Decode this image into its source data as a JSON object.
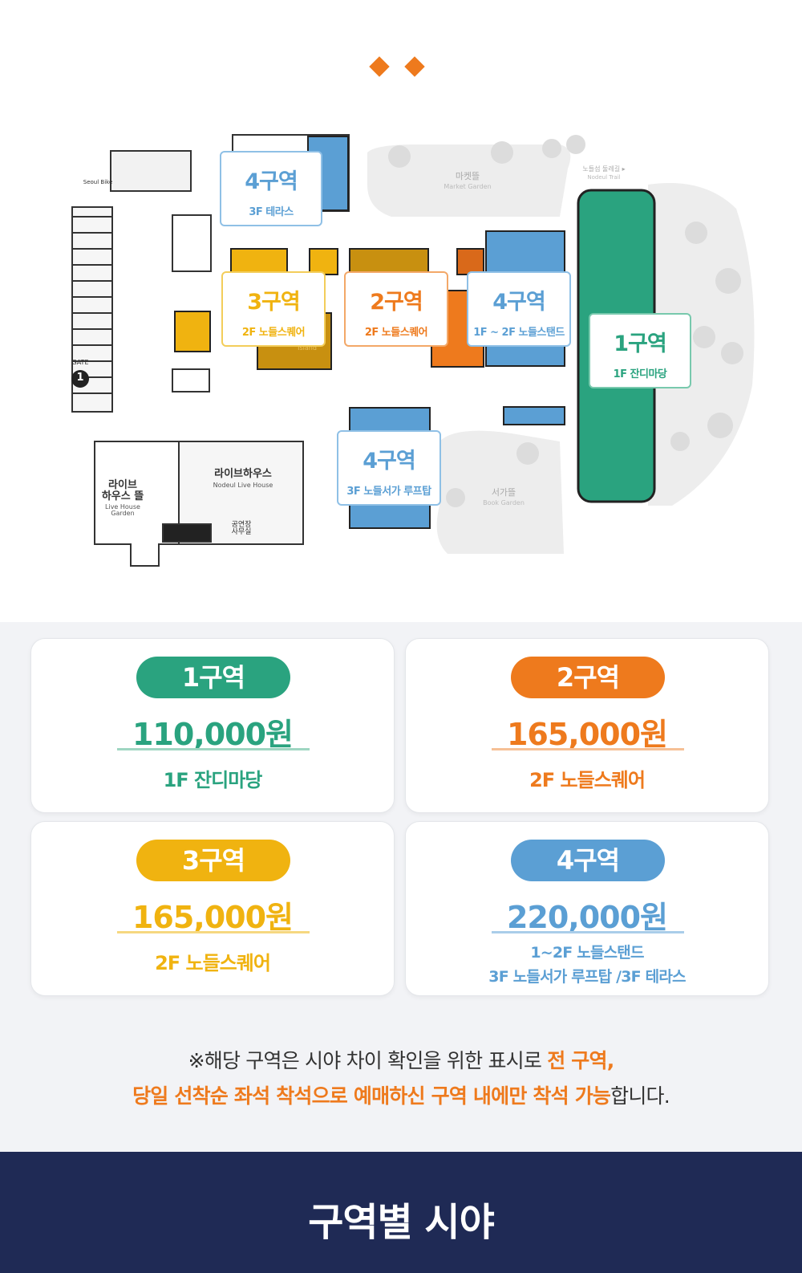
{
  "colors": {
    "zone1": "#2aa37f",
    "zone2": "#ee7a1d",
    "zone3": "#f0b310",
    "zone4": "#5b9fd4",
    "accent": "#ee7a1d",
    "banner": "#1f2a55"
  },
  "map": {
    "labels": {
      "seoul_bike": "Seoul Bike",
      "gate": "GATE",
      "gate_number": "1",
      "live_house_garden_ko": "라이브\n하우스 뜰",
      "live_house_garden_en": "Live House\nGarden",
      "live_house_ko": "라이브하우스",
      "live_house_en": "Nodeul Live House",
      "office": "공연장\n사무실",
      "market_garden_ko": "마켓뜰",
      "market_garden_en": "Market Garden",
      "book_garden_ko": "서가뜰",
      "book_garden_en": "Book Garden",
      "trail_ko": "노들섬 둘레길 ▸",
      "trail_en": "Nodeul Trail",
      "island": "Island"
    },
    "zones": [
      {
        "title": "4구역",
        "sub": "3F 테라스",
        "color_key": "zone4"
      },
      {
        "title": "3구역",
        "sub": "2F 노들스퀘어",
        "color_key": "zone3"
      },
      {
        "title": "2구역",
        "sub": "2F 노들스퀘어",
        "color_key": "zone2"
      },
      {
        "title": "4구역",
        "sub": "1F ~ 2F 노들스탠드",
        "color_key": "zone4"
      },
      {
        "title": "1구역",
        "sub": "1F 잔디마당",
        "color_key": "zone1"
      },
      {
        "title": "4구역",
        "sub": "3F 노들서가 루프탑",
        "color_key": "zone4"
      }
    ]
  },
  "prices": [
    {
      "zone": "1구역",
      "price": "110,000원",
      "area": "1F 잔디마당"
    },
    {
      "zone": "2구역",
      "price": "165,000원",
      "area": "2F 노들스퀘어"
    },
    {
      "zone": "3구역",
      "price": "165,000원",
      "area": "2F 노들스퀘어"
    },
    {
      "zone": "4구역",
      "price": "220,000원",
      "area_line1": "1~2F 노들스탠드",
      "area_line2": "3F 노들서가 루프탑 /3F 테라스"
    }
  ],
  "notice": {
    "part1": "※해당 구역은 시야 차이 확인을 위한 표시로 ",
    "highlight1": "전 구역,",
    "highlight2": "당일 선착순 좌석 착석으로 예매하신 구역 내에만 착석 가능",
    "part2": "합니다."
  },
  "banner": {
    "title": "구역별 시야"
  }
}
